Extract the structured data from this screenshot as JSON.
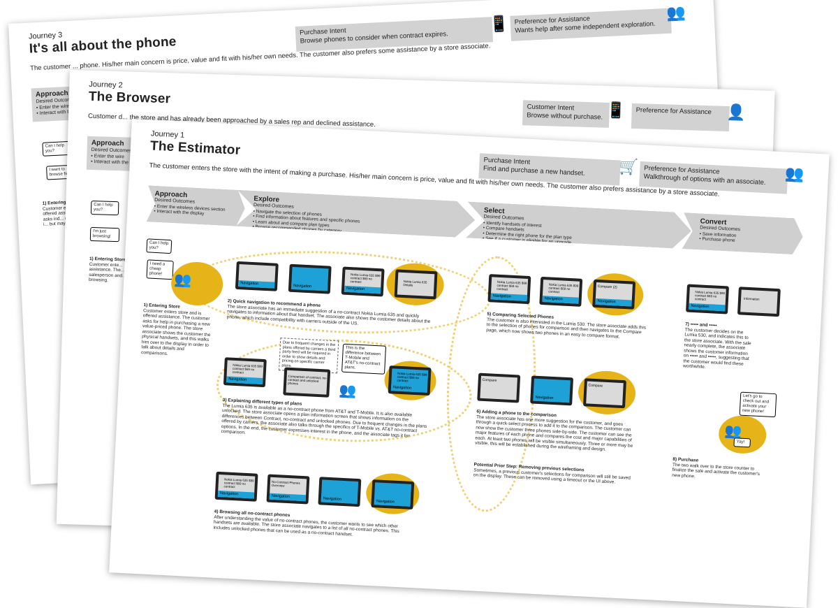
{
  "sheet3": {
    "label": "Journey 3",
    "title": "It's all about the phone",
    "description": "The customer ... phone. His/her main concern is price, value and fit with his/her own needs. The customer also prefers some assistance by a store associate.",
    "intent_title": "Purchase Intent",
    "intent_text": "Browse phones to consider when contract expires.",
    "pref_title": "Preference for Assistance",
    "pref_text": "Wants help after some independent exploration.",
    "approach_title": "Approach",
    "approach_sub": "Desired Outcomes",
    "approach_items": [
      "• Enter the wireless",
      "• Interact with the"
    ],
    "bubble": "Can I help you?",
    "reply": "I want to browse first",
    "step1_title": "1) Entering Store",
    "step1_text": "Customer enters t... is offered assistan... customer asks ind... desire to browse i... but may want help"
  },
  "sheet2": {
    "label": "Journey 2",
    "title": "The Browser",
    "description": "Customer d... the store and has already been approached by a sales rep and declined assistance.",
    "intent_title": "Customer Intent",
    "intent_text": "Browse without purchase.",
    "pref_title": "Preference for Assistance",
    "approach_title": "Approach",
    "approach_sub": "Desired Outcomes",
    "approach_items": [
      "• Enter the wire",
      "• Interact with the"
    ],
    "bubble": "Can I help you?",
    "reply": "I'm just browsing!",
    "step1_title": "1) Entering Store",
    "step1_text": "Customer ente... assistance. The... salesperson and... browsing."
  },
  "sheet1": {
    "label": "Journey 1",
    "title": "The Estimator",
    "description": "The customer enters the store with the intent of making a purchase. His/her main concern is price, value and fit with his/her own needs. The customer also prefers assistance by a store associate.",
    "intent_title": "Purchase Intent",
    "intent_text": "Find and purchase a new handset.",
    "pref_title": "Preference for Assistance",
    "pref_text": "Walkthrough of options with an associate.",
    "phases": [
      {
        "title": "Approach",
        "sub": "Desired Outcomes",
        "items": [
          "• Enter the wireless devices section",
          "• Interact with the display"
        ]
      },
      {
        "title": "Explore",
        "sub": "Desired Outcomes",
        "items": [
          "• Navigate the selection of phones",
          "• Find information about features and specific phones",
          "• Learn about and compare plan types",
          "• Browse recommended phones by category"
        ]
      },
      {
        "title": "Select",
        "sub": "Desired Outcomes",
        "items": [
          "• Identify handsets of interest",
          "• Compare handsets",
          "• Determine the right phone for the plan type",
          "• See if a customer is eligible for an upgrade"
        ]
      },
      {
        "title": "Convert",
        "sub": "Desired Outcomes",
        "items": [
          "• Save information",
          "• Purchase phone"
        ]
      }
    ],
    "bubble1": "Can I help you?",
    "reply1": "I need a cheap phone!",
    "step1_title": "1) Entering Store",
    "step1_text": "Customer enters store and is offered assistance. The customer asks for help in purchasing a new value-priced phone. The store associate shows the customer the physical handsets, and this walks him over to the display in order to talk about details and comparisons.",
    "step2_title": "2) Quick navigation to recommend a phone",
    "step2_text": "The store associate has an immediate suggestion of a no-contract Nokia Lumia 635 and quickly navigates to information about that handset. The associate also shows the customer details about the phone, which include compatibility with carriers outside of the US.",
    "step3_title": "3) Explaining different types of plans",
    "step3_text": "The Lumia 635 is available as a no-contract phone from AT&T and T-Mobile. It is also available unlocked. The store associate opens a plan information screen that shows information on the differences between Contract, no-contract and unlocked phones. Due to frequent changes in the plans offered by carriers, the associate also talks through the specifics of T-Mobile vs. AT&T no-contract options. In the end, the customer expresses interest in the phone, and the associate tags it for comparison.",
    "step4_title": "4) Browsing all no-contract phones",
    "step4_text": "After understanding the value of no-contract phones, the customer wants to see which other handsets are available. The store associate navigates to a list of all no-contract phones. This includes unlocked phones that can be used as a no-contract handset.",
    "step5_title": "5) Comparing Selected Phones",
    "step5_text": "The customer is also interested in the Lumia 530. The store associate adds this to the selection of phones for comparison and then navigates to the Compare page, which now shows two phones in an easy to compare format.",
    "step6_title": "6) Adding a phone to the comparison",
    "step6_text": "The store associate has one more suggestion for the customer, and goes through a quick-select process to add it to the comparison. The customer can now show the customer three phones side-by-side. The customer can see the major features of each phone and compares the cost and major capabilities of each. At least two phones will be visible simultaneously. Three or more may be visible, this will be established during the wireframing and design.",
    "prior_title": "Potential Prior Step: Removing previous selections",
    "prior_text": "Sometimes, a previous customer's selections for comparison will still be saved on the display. These can be removed using a timeout or the UI above.",
    "step7_title": "7) ••••• and •••••",
    "step7_text": "The customer decides on the Lumia 530, and indicates this to the store associate. With the sale nearly complete, the associate shows the customer information on ••••• and •••••, suggesting that the customer would find these worthwhile.",
    "step8_title": "8) Purchase",
    "step8_text": "The two walk over to the store counter to finalize the sale and activate the customer's new phone.",
    "note_text": "Due to frequent changes in the plans offered by carriers a third party feed will be required in order to show details and pricing on specific carrier plans.",
    "plan_screen": "Comparison of contract, no-contract and unlocked phones",
    "bubble3": "This is the difference between T-Mobile and AT&T's no-contract plans.",
    "bubble8": "Let's go to check out and activate your new phone!",
    "reply8": "Yay!",
    "nav_label": "Navigation",
    "compare_label": "Compare",
    "compare2_label": "Compare (2)",
    "details_label": "Nokia Lumia 635 Details",
    "information_label": "Information",
    "nocontract_label": "No-Contract Phones Overview",
    "phone_card": "Nokia Lumia 635 $99 contract $69 no contract"
  }
}
